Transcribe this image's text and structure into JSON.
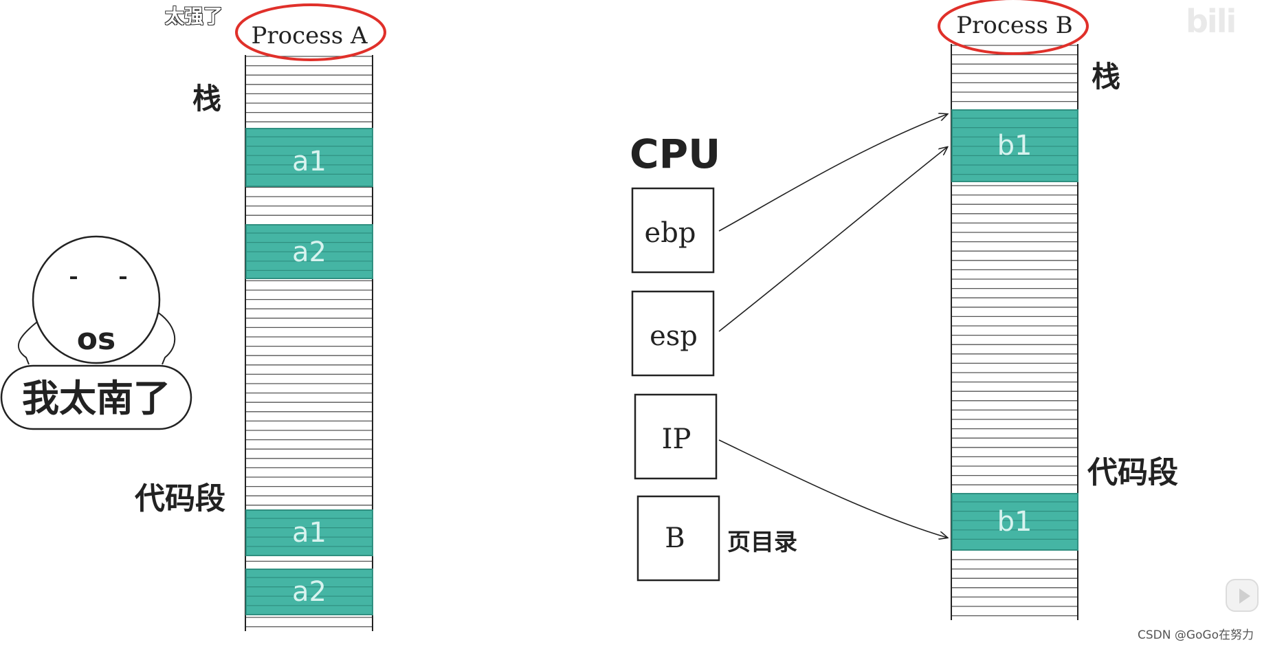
{
  "overlay": {
    "danmaku_text": "太强了",
    "watermark": "CSDN @GoGo在努力"
  },
  "process_a": {
    "title": "Process A",
    "stack_label": "栈",
    "code_label": "代码段",
    "stack_cells": [
      "a1",
      "a2"
    ],
    "code_cells": [
      "a1",
      "a2"
    ]
  },
  "process_b": {
    "title": "Process B",
    "stack_label": "栈",
    "code_label": "代码段",
    "stack_cells": [
      "b1"
    ],
    "code_cells": [
      "b1"
    ]
  },
  "cpu": {
    "title": "CPU",
    "registers": [
      "ebp",
      "esp",
      "IP",
      "B"
    ],
    "page_directory_label": "页目录"
  },
  "os_character": {
    "name": "os",
    "speech": "我太南了"
  },
  "colors": {
    "cell_fill": "#45b5a4",
    "cell_line": "#2f8f80",
    "highlight_ring": "#e0302a",
    "ink": "#222222"
  }
}
